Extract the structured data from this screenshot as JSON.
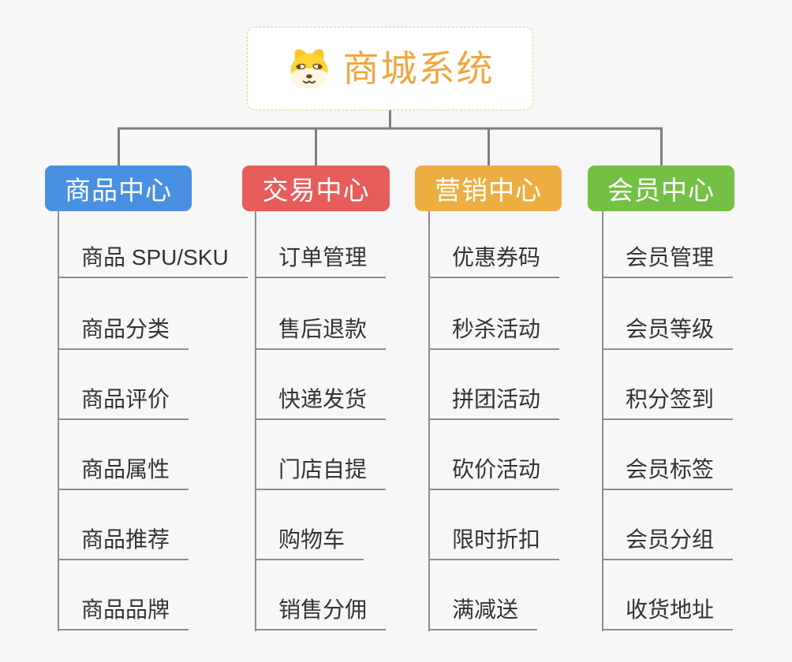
{
  "canvas": {
    "background": "#f7f7f7"
  },
  "root": {
    "title": "商城系统",
    "icon": "shiba-dog-icon",
    "text_color": "#f0a640",
    "border_color": "#f3c879",
    "fill": "#ffffff"
  },
  "lines": {
    "connector_color": "#7e7e7e",
    "trunk_color": "#8e8e8e"
  },
  "branches": [
    {
      "label": "商品中心",
      "color": "#4a90e2",
      "items": [
        "商品 SPU/SKU",
        "商品分类",
        "商品评价",
        "商品属性",
        "商品推荐",
        "商品品牌"
      ]
    },
    {
      "label": "交易中心",
      "color": "#e75d5c",
      "items": [
        "订单管理",
        "售后退款",
        "快递发货",
        "门店自提",
        "购物车",
        "销售分佣"
      ]
    },
    {
      "label": "营销中心",
      "color": "#ecae41",
      "items": [
        "优惠券码",
        "秒杀活动",
        "拼团活动",
        "砍价活动",
        "限时折扣",
        "满减送"
      ]
    },
    {
      "label": "会员中心",
      "color": "#73c044",
      "items": [
        "会员管理",
        "会员等级",
        "积分签到",
        "会员标签",
        "会员分组",
        "收货地址"
      ]
    }
  ]
}
